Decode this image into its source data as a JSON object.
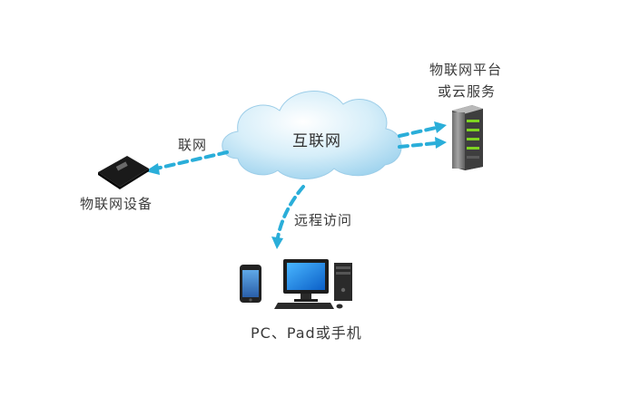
{
  "cloud": {
    "label": "互联网"
  },
  "server": {
    "label_line1": "物联网平台",
    "label_line2": "或云服务"
  },
  "device": {
    "label": "物联网设备"
  },
  "clients": {
    "label": "PC、Pad或手机"
  },
  "links": {
    "device_link": "联网",
    "remote_link": "远程访问"
  },
  "colors": {
    "arrow": "#2aaed9",
    "cloud": "#bfe3f5",
    "server_body": "#8c8c8c",
    "server_led": "#7ed321"
  },
  "icons": [
    "cloud-icon",
    "server-icon",
    "scale-device-icon",
    "smartphone-icon",
    "monitor-icon",
    "pc-tower-icon",
    "keyboard-icon",
    "mouse-icon"
  ]
}
